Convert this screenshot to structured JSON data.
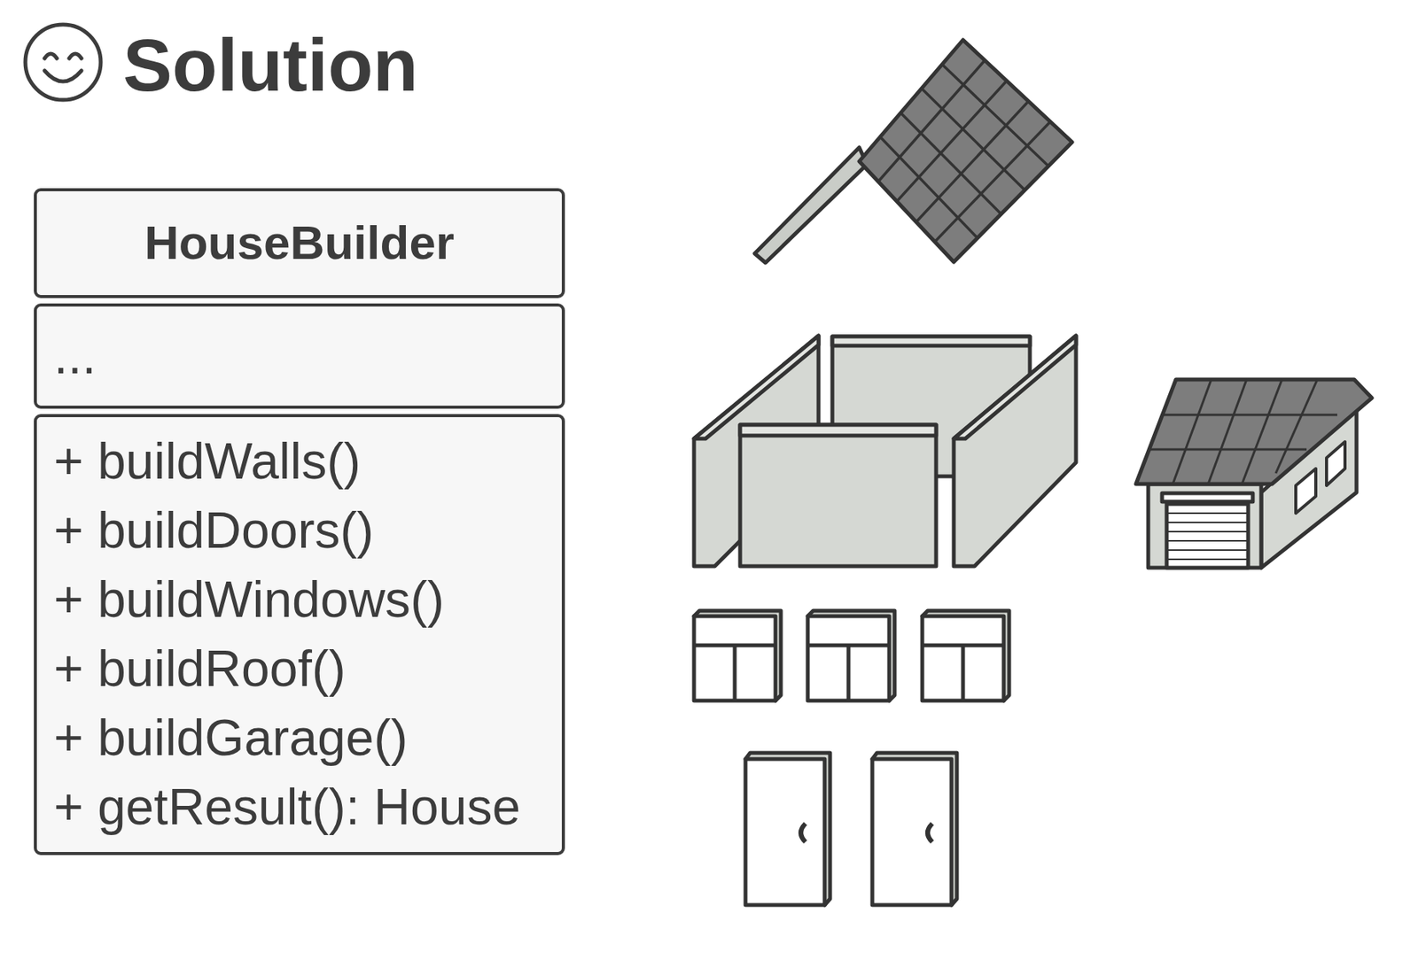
{
  "diagram": {
    "title": "Solution",
    "nodes": [
      {
        "text": [
          "HouseBuilder",
          "...",
          "+ buildWalls()",
          "+ buildDoors()",
          "+ buildWindows()",
          "+ buildRoof()",
          "+ buildGarage()",
          "+ getResult(): House"
        ]
      }
    ]
  }
}
